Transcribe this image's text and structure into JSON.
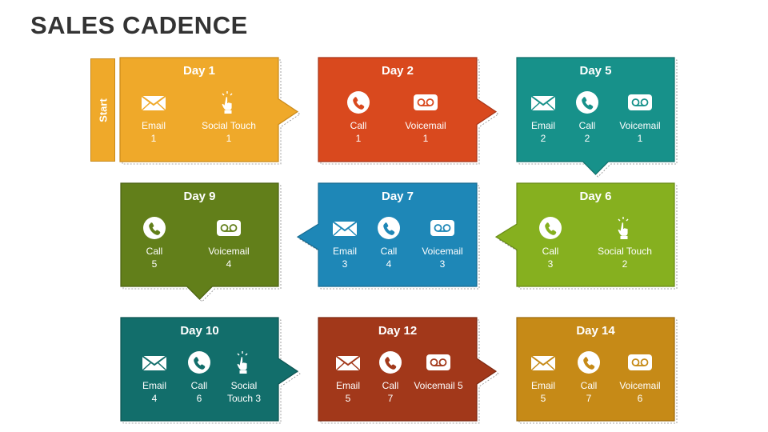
{
  "title": "SALES CADENCE",
  "start_label": "Start",
  "cards": [
    {
      "day": "Day 1",
      "color": "#EFA92A",
      "stroke": "#C98A1B",
      "notch": "right",
      "items": [
        {
          "icon": "envelope-icon",
          "label": "Email",
          "count": "1"
        },
        {
          "icon": "social-touch-icon",
          "label": "Social Touch",
          "count": "1"
        }
      ]
    },
    {
      "day": "Day 2",
      "color": "#D9491E",
      "stroke": "#A8361A",
      "notch": "right",
      "items": [
        {
          "icon": "phone-icon",
          "label": "Call",
          "count": "1"
        },
        {
          "icon": "voicemail-icon",
          "label": "Voicemail",
          "count": "1"
        }
      ]
    },
    {
      "day": "Day 5",
      "color": "#17918A",
      "stroke": "#0F6E69",
      "notch": "bottom",
      "items": [
        {
          "icon": "envelope-icon",
          "label": "Email",
          "count": "2"
        },
        {
          "icon": "phone-icon",
          "label": "Call",
          "count": "2"
        },
        {
          "icon": "voicemail-icon",
          "label": "Voicemail",
          "count": "1"
        }
      ]
    },
    {
      "day": "Day 9",
      "color": "#627F1A",
      "stroke": "#4A6112",
      "notch": "bottom",
      "items": [
        {
          "icon": "phone-icon",
          "label": "Call",
          "count": "5"
        },
        {
          "icon": "voicemail-icon",
          "label": "Voicemail",
          "count": "4"
        }
      ]
    },
    {
      "day": "Day 7",
      "color": "#1E87B7",
      "stroke": "#166A90",
      "notch": "left",
      "items": [
        {
          "icon": "envelope-icon",
          "label": "Email",
          "count": "3"
        },
        {
          "icon": "phone-icon",
          "label": "Call",
          "count": "4"
        },
        {
          "icon": "voicemail-icon",
          "label": "Voicemail",
          "count": "3"
        }
      ]
    },
    {
      "day": "Day 6",
      "color": "#86B01F",
      "stroke": "#678A15",
      "notch": "left",
      "items": [
        {
          "icon": "phone-icon",
          "label": "Call",
          "count": "3"
        },
        {
          "icon": "social-touch-icon",
          "label": "Social Touch",
          "count": "2"
        }
      ]
    },
    {
      "day": "Day 10",
      "color": "#126E6B",
      "stroke": "#0C5351",
      "notch": "right",
      "items": [
        {
          "icon": "envelope-icon",
          "label": "Email",
          "count": "4"
        },
        {
          "icon": "phone-icon",
          "label": "Call",
          "count": "6"
        },
        {
          "icon": "social-touch-icon",
          "label": "Social Touch",
          "count": "3"
        }
      ]
    },
    {
      "day": "Day 12",
      "color": "#A2381A",
      "stroke": "#7D2912",
      "notch": "right",
      "items": [
        {
          "icon": "envelope-icon",
          "label": "Email",
          "count": "5"
        },
        {
          "icon": "phone-icon",
          "label": "Call",
          "count": "7"
        },
        {
          "icon": "voicemail-icon",
          "label": "Voicemail 5",
          "count": ""
        }
      ]
    },
    {
      "day": "Day 14",
      "color": "#C68A17",
      "stroke": "#9C6B0F",
      "notch": "none",
      "items": [
        {
          "icon": "envelope-icon",
          "label": "Email",
          "count": "5"
        },
        {
          "icon": "phone-icon",
          "label": "Call",
          "count": "7"
        },
        {
          "icon": "voicemail-icon",
          "label": "Voicemail",
          "count": "6"
        }
      ]
    }
  ]
}
